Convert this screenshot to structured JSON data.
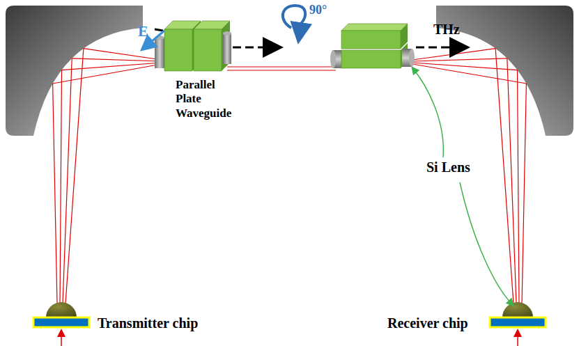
{
  "diagram": {
    "labels": [
      "E",
      "Parallel Plate Waveguide",
      "90°",
      "THz",
      "Si Lens",
      "Transmitter chip",
      "Receiver chip"
    ]
  }
}
